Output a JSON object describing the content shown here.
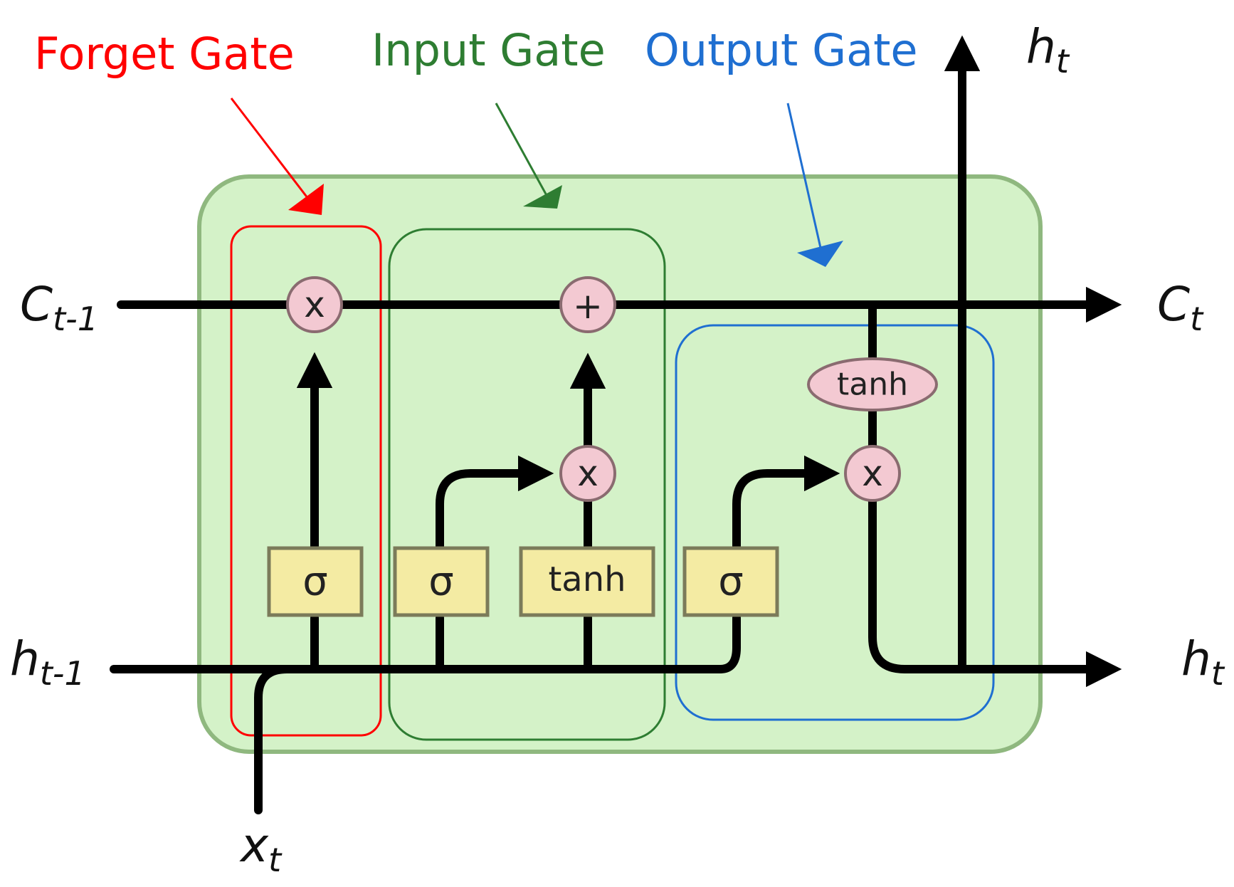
{
  "gates": {
    "forget": {
      "label": "Forget Gate",
      "color": "#ff0000"
    },
    "input": {
      "label": "Input Gate",
      "color": "#2e7d32"
    },
    "output": {
      "label": "Output Gate",
      "color": "#1f6fd1"
    }
  },
  "variables": {
    "cell_prev": {
      "base": "C",
      "sub": "t-1"
    },
    "cell_next": {
      "base": "C",
      "sub": "t"
    },
    "hidden_prev": {
      "base": "h",
      "sub": "t-1"
    },
    "hidden_next": {
      "base": "h",
      "sub": "t"
    },
    "hidden_out_top": {
      "base": "h",
      "sub": "t"
    },
    "input": {
      "base": "x",
      "sub": "t"
    }
  },
  "operations": {
    "forget_multiply": "x",
    "cell_add": "+",
    "input_multiply": "x",
    "output_multiply": "x",
    "output_tanh": "tanh"
  },
  "layers": {
    "forget_sigma": "σ",
    "input_sigma": "σ",
    "input_tanh": "tanh",
    "output_sigma": "σ"
  },
  "colors": {
    "cell_fill": "#d4f2c8",
    "cell_stroke": "#8fb87f",
    "op_fill": "#f3c9d2",
    "op_stroke": "#8a6b70",
    "layer_fill": "#f4eba3",
    "layer_stroke": "#7b7b5a",
    "wire": "#000000"
  }
}
